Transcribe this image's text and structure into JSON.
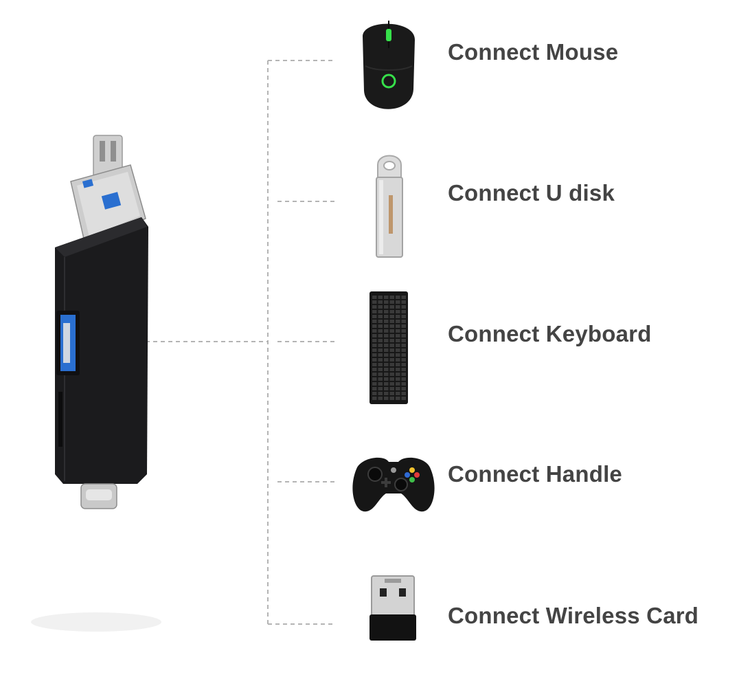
{
  "items": [
    {
      "label": "Connect Mouse",
      "icon": "mouse-icon"
    },
    {
      "label": "Connect U disk",
      "icon": "usb-flash-drive-icon"
    },
    {
      "label": "Connect Keyboard",
      "icon": "keyboard-icon"
    },
    {
      "label": "Connect Handle",
      "icon": "gamepad-icon"
    },
    {
      "label": "Connect Wireless Card",
      "icon": "wireless-usb-adapter-icon"
    }
  ],
  "hub_icon": "otg-card-reader-adapter-icon",
  "colors": {
    "label_text": "#444444",
    "connector_line": "#b4b4b4",
    "device_body": "#1b1b1d",
    "usb3_blue": "#2a6fd0",
    "metal": "#c8c8c8",
    "mouse_accent": "#36e04a"
  }
}
